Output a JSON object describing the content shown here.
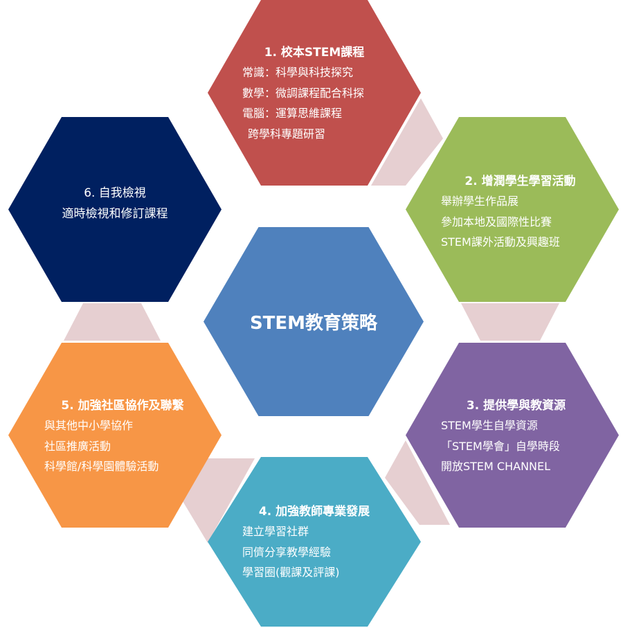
{
  "center": {
    "title": "STEM教育策略"
  },
  "items": [
    {
      "title": "1. 校本STEM課程",
      "lines": [
        "常識：科學與科技探究",
        "數學：微調課程配合科探",
        "電腦：運算思維課程",
        "跨學科專題研習"
      ]
    },
    {
      "title": "2. 增潤學生學習活動",
      "lines": [
        "舉辦學生作品展",
        "參加本地及國際性比賽",
        "STEM課外活動及興趣班"
      ]
    },
    {
      "title": "3. 提供學與教資源",
      "lines": [
        "STEM學生自學資源",
        "「STEM學會」自學時段",
        "開放STEM CHANNEL"
      ]
    },
    {
      "title": "4. 加強教師專業發展",
      "lines": [
        "建立學習社群",
        "同儕分享教學經驗",
        "學習圈(觀課及評課)"
      ]
    },
    {
      "title": "5. 加強社區協作及聯繫",
      "lines": [
        "與其他中小學協作",
        "社區推廣活動",
        "科學館/科學園體驗活動"
      ]
    },
    {
      "title": "6. 自我檢視",
      "lines": [
        "適時檢視和修訂課程"
      ]
    }
  ],
  "colors": {
    "center": "#4f81bd",
    "item1": "#c0504d",
    "item2": "#9bbb59",
    "item3": "#8064a2",
    "item4": "#4bacc6",
    "item5": "#f79646",
    "item6": "#002060",
    "connector": "#e6cfd1",
    "text": "#ffffff"
  }
}
